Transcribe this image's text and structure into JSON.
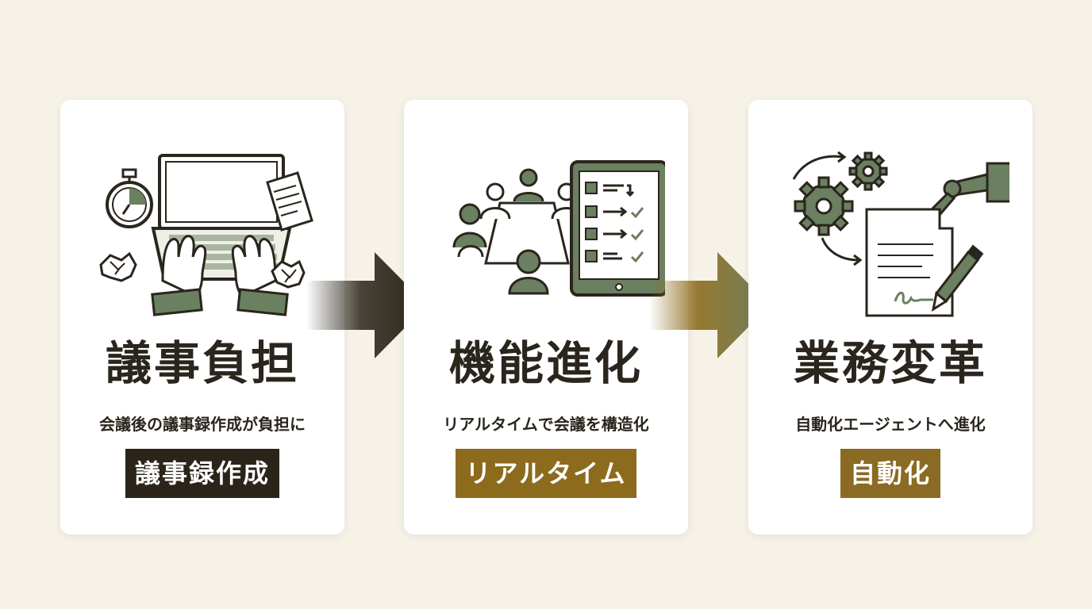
{
  "colors": {
    "background": "#f6f2e8",
    "accent_green": "#6b7f61",
    "ink": "#2a251d",
    "gold": "#8c6b1d"
  },
  "cards": [
    {
      "title": "議事負担",
      "subtitle": "会議後の議事録作成が負担に",
      "badge": "議事録作成",
      "icons": [
        "stopwatch-icon",
        "laptop-icon",
        "typing-hands-icon",
        "document-icon",
        "crumpled-paper-icon"
      ]
    },
    {
      "title": "機能進化",
      "subtitle": "リアルタイムで会議を構造化",
      "badge": "リアルタイム",
      "icons": [
        "meeting-table-icon",
        "people-icon",
        "tablet-checklist-icon",
        "checkmark-icon"
      ]
    },
    {
      "title": "業務変革",
      "subtitle": "自動化エージェントへ進化",
      "badge": "自動化",
      "icons": [
        "gear-icon",
        "cycle-arrow-icon",
        "robot-arm-icon",
        "signed-document-icon",
        "pen-icon"
      ]
    }
  ],
  "arrows": [
    "arrow-right-icon",
    "arrow-right-icon"
  ]
}
